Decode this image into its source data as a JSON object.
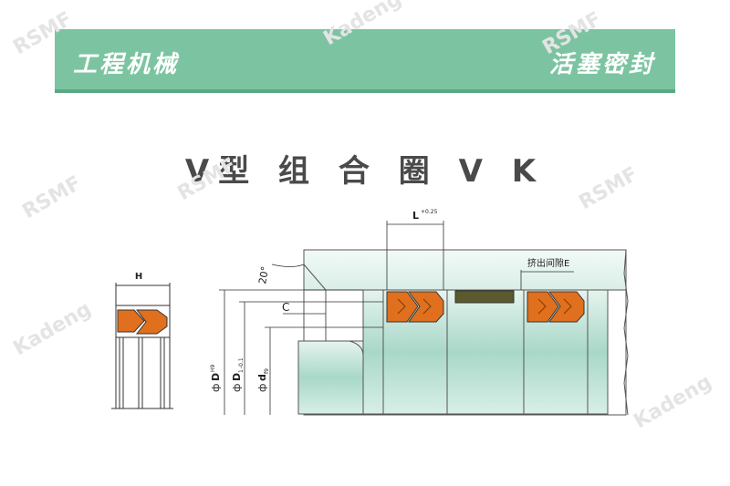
{
  "banner": {
    "left_text": "工程机械",
    "right_text": "活塞密封",
    "color": "#7cc4a1"
  },
  "title": "V型 组 合 圈 V K",
  "watermarks": [
    "RSMF",
    "Kadeng"
  ],
  "drawing": {
    "label_H": "H",
    "label_L": "L",
    "label_L_tol": "+0.25",
    "label_angle": "20°",
    "label_C": "C",
    "label_gap": "挤出间隙E",
    "label_D_phi": "ф",
    "label_D": "D",
    "label_D_sup": "H9",
    "label_D1_phi": "ф",
    "label_D1": "D",
    "label_D1_sub": "1",
    "label_D1_tol": "-0.1",
    "label_d_phi": "ф",
    "label_d": "d",
    "label_d_sub": "f9",
    "seal_color": "#e0701e",
    "piston_color": "#bfe3d6",
    "guide_color": "#5a5a2e"
  }
}
